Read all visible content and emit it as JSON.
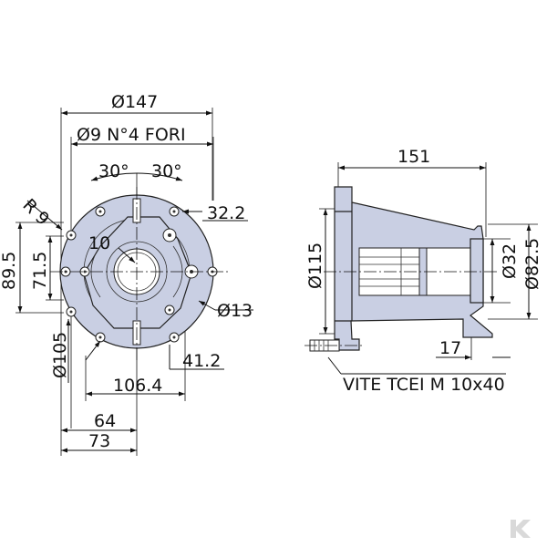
{
  "front_view": {
    "dim_flange_diameter": "Ø147",
    "dim_holes": "Ø9 N°4 FORI",
    "dim_angle_left": "30°",
    "dim_angle_right": "30°",
    "dim_radius": "R 9",
    "dim_32_2": "32.2",
    "dim_10": "10",
    "dim_89_5": "89.5",
    "dim_71_5": "71.5",
    "dim_105": "Ø105",
    "dim_13": "Ø13",
    "dim_41_2": "41.2",
    "dim_106_4": "106.4",
    "dim_64": "64",
    "dim_73": "73"
  },
  "side_view": {
    "dim_length": "151",
    "dim_115": "Ø115",
    "dim_32": "Ø32",
    "dim_82_5": "Ø82.5",
    "dim_17": "17",
    "screw_label": "VITE TCEI M 10x40"
  },
  "colors": {
    "body": "#c9cfe3",
    "line": "#222222",
    "background": "#ffffff"
  }
}
